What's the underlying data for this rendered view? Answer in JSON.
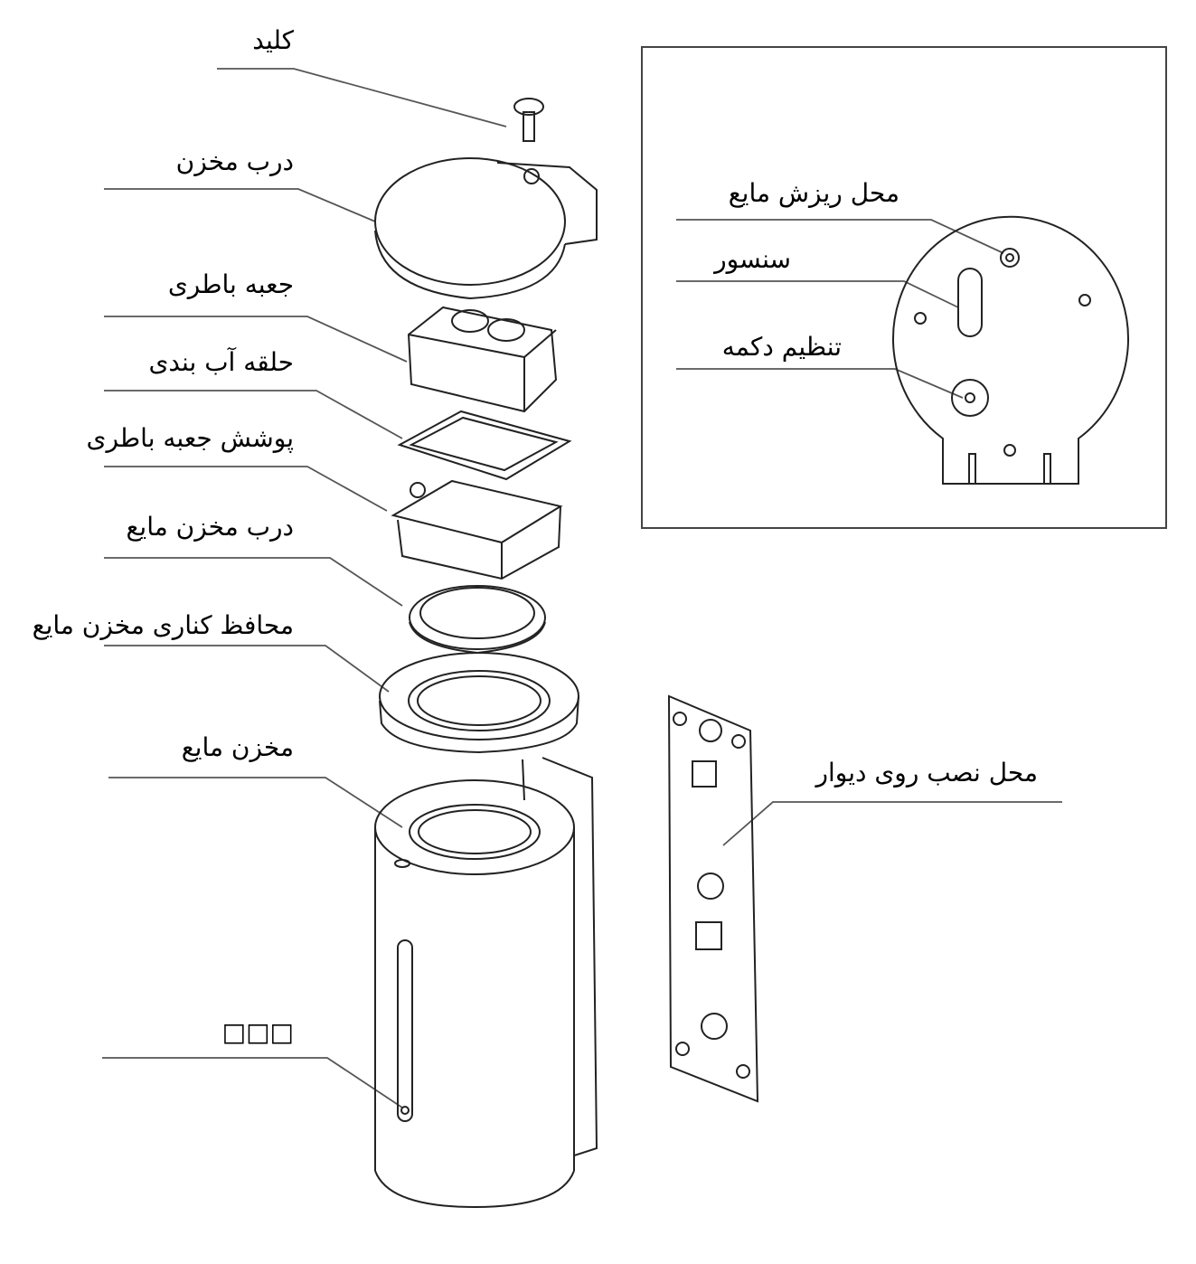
{
  "labels": {
    "key": "کلید",
    "tank_lid": "درب مخزن",
    "battery_box": "جعبه باطری",
    "sealing_ring": "حلقه آب بندی",
    "battery_box_cover": "پوشش جعبه باطری",
    "liquid_tank_lid": "درب مخزن مایع",
    "tank_side_guard": "محافظ کناری مخزن مایع",
    "liquid_tank": "مخزن مایع",
    "unknown_part": "□□□",
    "liquid_outlet": "محل ریزش مایع",
    "sensor": "سنسور",
    "button_setting": "تنظیم دکمه",
    "wall_mount": "محل نصب روی دیوار"
  }
}
